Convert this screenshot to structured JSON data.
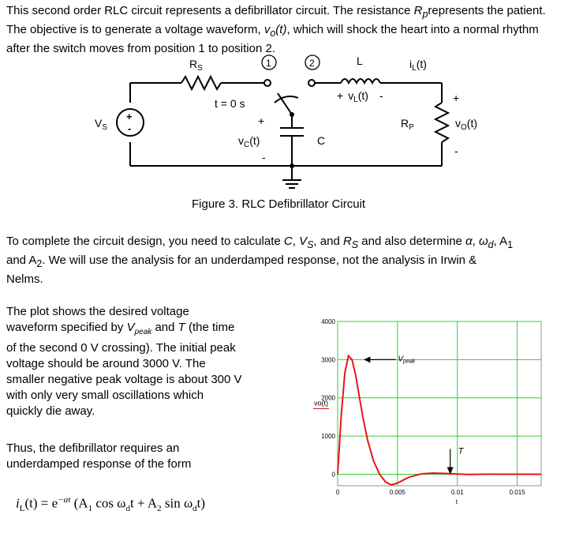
{
  "intro": {
    "line1": "This second order RLC circuit represents a defibrillator circuit. The resistance ",
    "rp": "R",
    "rp_sub": "p",
    "line1b": "represents the patient.",
    "line2a": "The objective is to generate a voltage waveform, ",
    "vo": "v",
    "vo_sub": "o",
    "vo_arg": "(t)",
    "line2b": ", which will shock the heart into a normal rhythm",
    "line3": "after the switch moves from position 1 to position 2."
  },
  "circuit": {
    "rs": "R",
    "rs_sub": "S",
    "pos1": "1",
    "pos2": "2",
    "l": "L",
    "il": "i",
    "il_sub": "L",
    "il_arg": "(t)",
    "vl_plus": "+",
    "vl": "v",
    "vl_sub": "L",
    "vl_arg": "(t)",
    "vl_minus": "-",
    "t0": "t = 0 s",
    "vs": "V",
    "vs_sub": "S",
    "src_plus": "+",
    "src_minus": "-",
    "vc_plus": "+",
    "vc": "v",
    "vc_sub": "C",
    "vc_arg": "(t)",
    "vc_minus": "-",
    "c": "C",
    "rp": "R",
    "rp_sub": "P",
    "vo_plus": "+",
    "vo": "v",
    "vo_sub": "O",
    "vo_arg": "(t)",
    "vo_minus": "-"
  },
  "caption": "Figure 3. RLC Defibrillator Circuit",
  "task": {
    "a": "To complete the circuit design, you need to calculate ",
    "c": "C",
    "sep1": ", ",
    "vs": "V",
    "vs_sub": "S",
    "and": ", and ",
    "rs": "R",
    "rs_sub": "S",
    "b": " and also determine ",
    "alpha": "α",
    "sep2": ", ",
    "wd": "ω",
    "wd_sub": "d",
    "sep3": ", ",
    "a1": "A",
    "a1_sub": "1",
    "line2": "and A",
    "a2_sub": "2",
    "c_rest": ". We will use the analysis for an underdamped response, not the analysis in Irwin &",
    "line3": "Nelms."
  },
  "plotdesc": {
    "l1": "The plot shows the desired voltage",
    "l2a": "waveform specified by ",
    "vpeak": "V",
    "vpeak_sub": "peak",
    "l2b": " and ",
    "t": "T",
    "l2c": " (the time",
    "l3": "of the second 0 V crossing). The initial peak",
    "l4": "voltage should be around 3000 V. The",
    "l5": "smaller negative peak voltage is about 300 V",
    "l6": "with only very small oscillations which",
    "l7": "quickly die away."
  },
  "thus": {
    "l1": "Thus, the defibrillator requires an",
    "l2": "underdamped response of the form"
  },
  "formula": {
    "lhs": "i",
    "lhs_sub": "L",
    "lhs_arg": "(t) = e",
    "exp": "−αt",
    "open": " (A",
    "a1_sub": "1",
    "cos": " cos ω",
    "d1": "d",
    "t1": "t + A",
    "a2_sub": "2",
    "sin": " sin ω",
    "d2": "d",
    "close": "t)"
  },
  "chart_data": {
    "type": "line",
    "ylabel": "vo(t)",
    "xlabel": "t",
    "ylim": [
      -300,
      4000
    ],
    "xlim": [
      0,
      0.017
    ],
    "x_ticks": [
      0,
      0.005,
      0.01,
      0.015
    ],
    "x_tick_labels": [
      "0",
      "0.005",
      "0.01",
      "0.015"
    ],
    "y_ticks": [
      0,
      1000,
      2000,
      3000,
      4000
    ],
    "y_tick_labels": [
      "0",
      "1000",
      "2000",
      "3000",
      "4000"
    ],
    "grid": true,
    "series": [
      {
        "color": "#e8141a",
        "x": [
          0,
          0.0003,
          0.0006,
          0.0009,
          0.0012,
          0.0015,
          0.0018,
          0.0021,
          0.0025,
          0.003,
          0.0035,
          0.004,
          0.0045,
          0.005,
          0.0055,
          0.006,
          0.007,
          0.008,
          0.009,
          0.01,
          0.011,
          0.012,
          0.013,
          0.014,
          0.015,
          0.016,
          0.017
        ],
        "y": [
          0,
          1550,
          2650,
          3100,
          3000,
          2600,
          2050,
          1500,
          900,
          350,
          0,
          -200,
          -280,
          -230,
          -150,
          -70,
          10,
          30,
          20,
          5,
          -5,
          0,
          2,
          0,
          0,
          0,
          0
        ]
      }
    ],
    "annotations": [
      {
        "text": "V",
        "sub": "peak",
        "x": 0.0022,
        "y": 3000
      },
      {
        "text": "T",
        "x": 0.0094,
        "y": 0
      }
    ]
  }
}
